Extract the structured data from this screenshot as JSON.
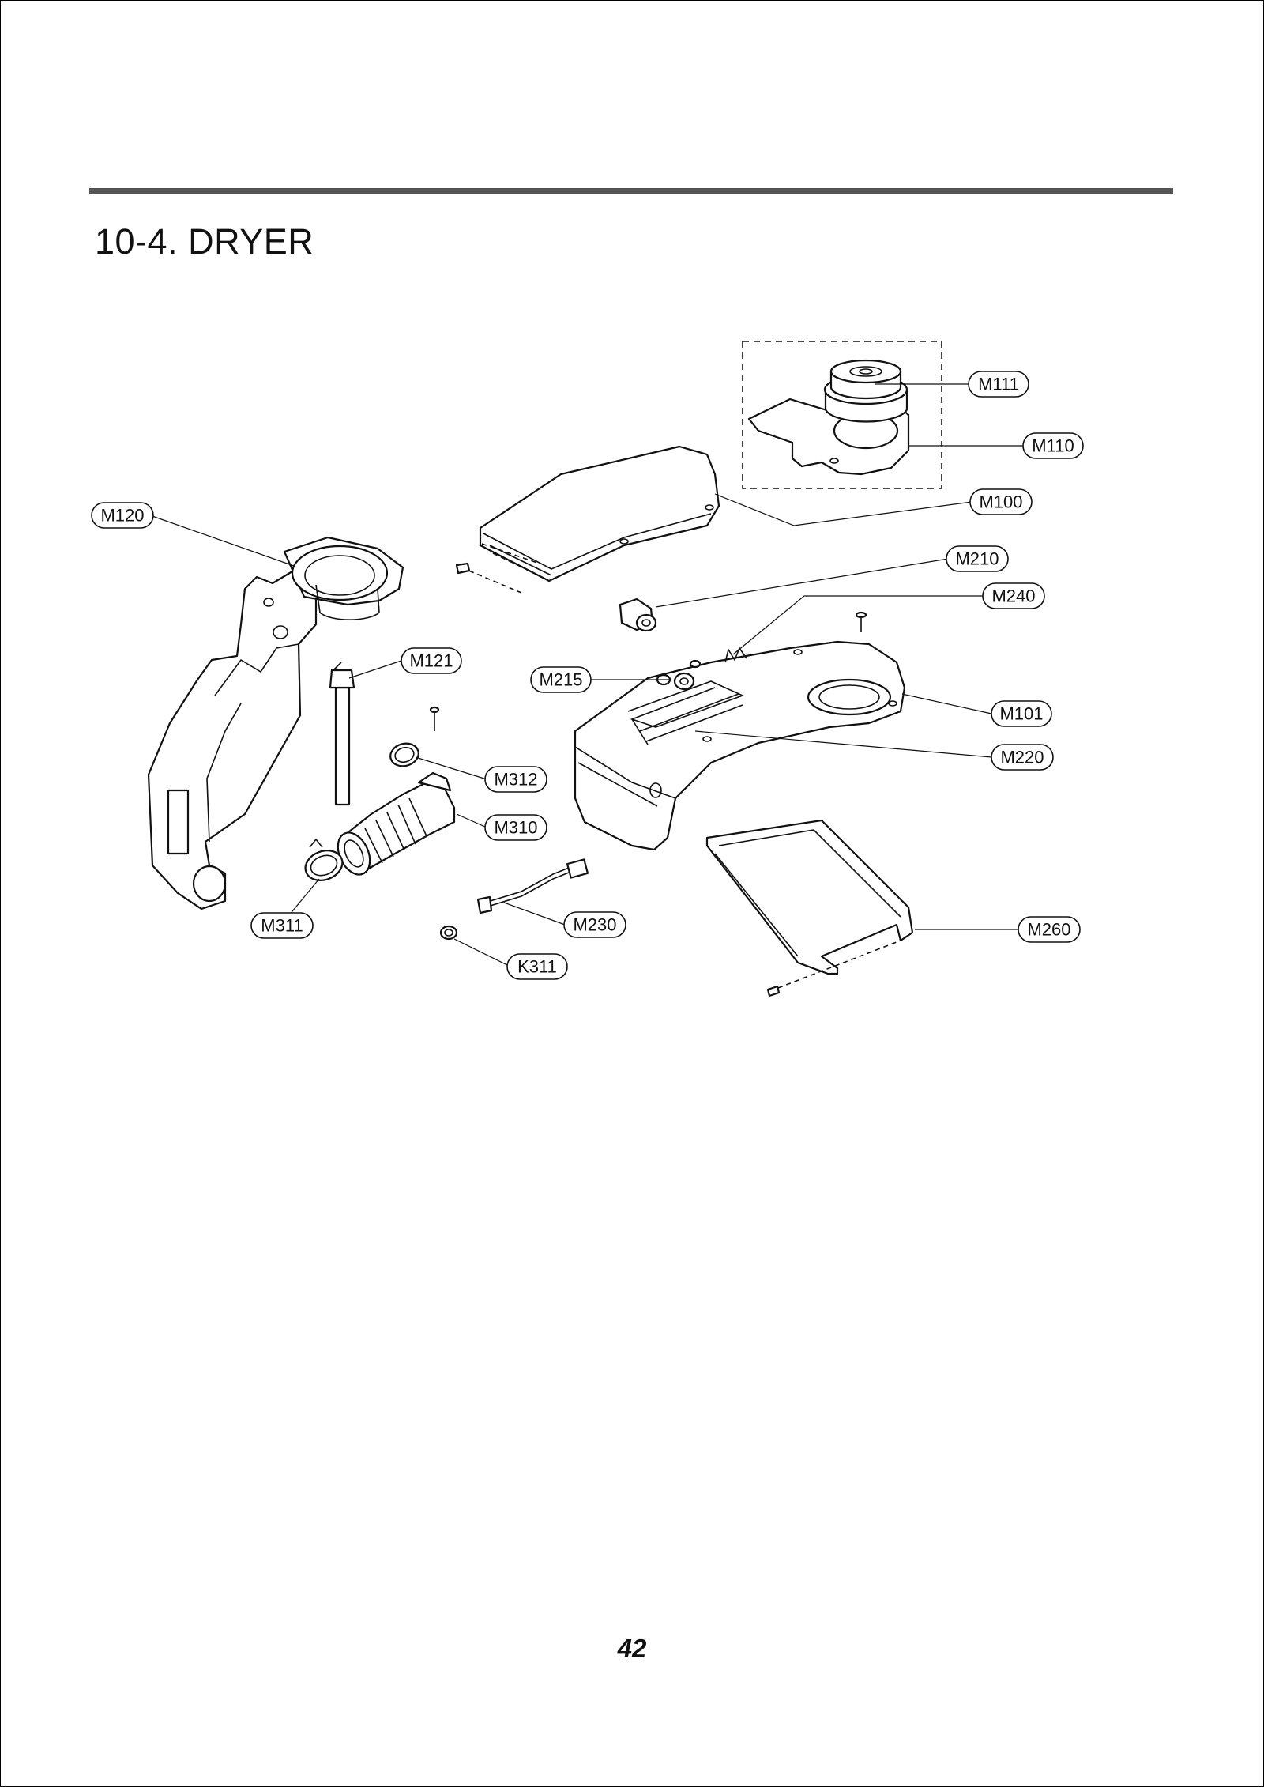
{
  "section": {
    "title": "10-4. DRYER"
  },
  "page": {
    "number": "42"
  },
  "callouts": {
    "M111": "M111",
    "M110": "M110",
    "M100": "M100",
    "M120": "M120",
    "M210": "M210",
    "M240": "M240",
    "M121": "M121",
    "M215": "M215",
    "M101": "M101",
    "M220": "M220",
    "M312": "M312",
    "M310": "M310",
    "M311": "M311",
    "M230": "M230",
    "M260": "M260",
    "K311": "K311"
  }
}
